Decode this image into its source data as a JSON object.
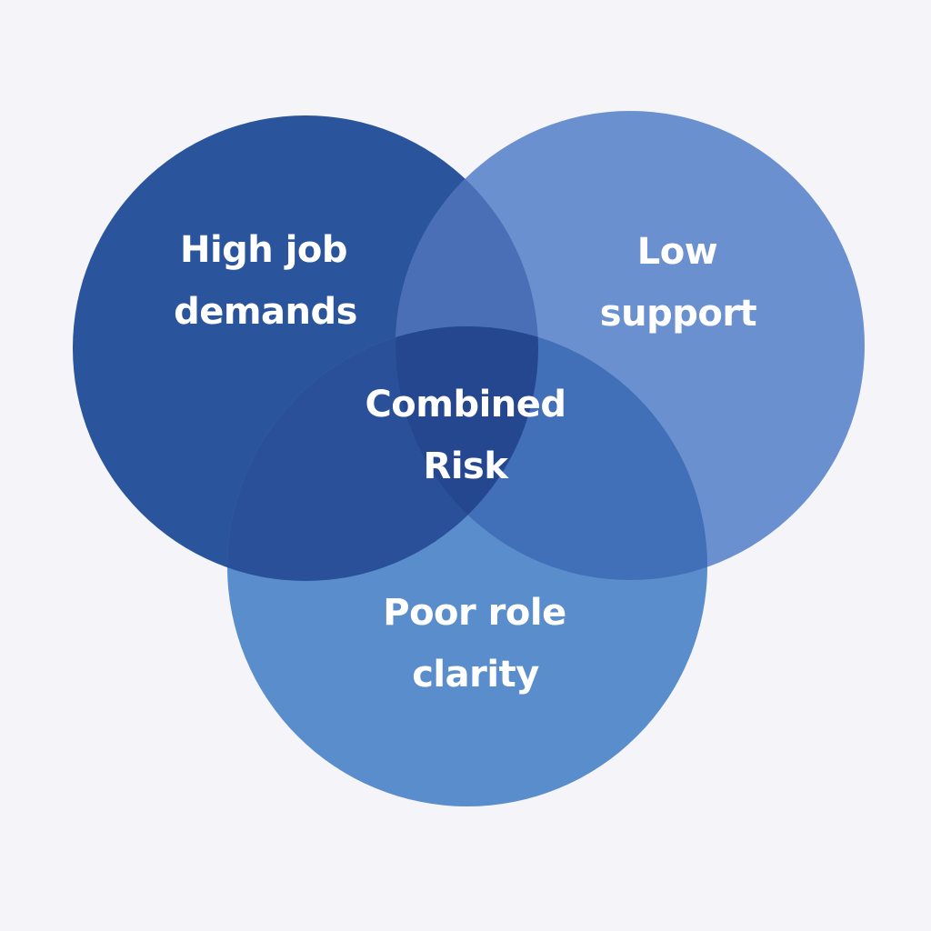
{
  "diagram": {
    "type": "venn",
    "sets": [
      {
        "id": "demands",
        "label_lines": [
          "High job",
          "demands"
        ],
        "color": "#2a549b"
      },
      {
        "id": "support",
        "label_lines": [
          "Low",
          "support"
        ],
        "color": "#6a90cf"
      },
      {
        "id": "clarity",
        "label_lines": [
          "Poor role",
          "clarity"
        ],
        "color": "#5a8dcc"
      }
    ],
    "center": {
      "label_lines": [
        "Combined",
        "Risk"
      ],
      "color": "#24478f"
    },
    "overlap_colors": {
      "demands_support": "#4a6fb6",
      "demands_clarity": "#2a509a",
      "support_clarity": "#416fb8"
    },
    "background": "#f5f5f9"
  }
}
